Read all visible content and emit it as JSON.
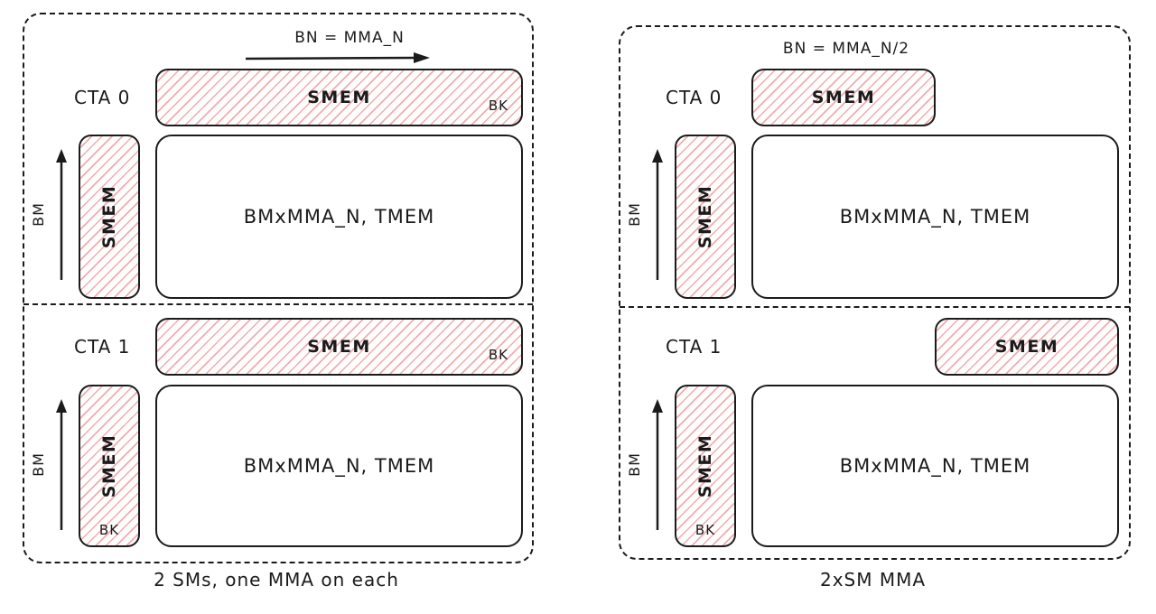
{
  "left": {
    "caption": "2 SMs, one MMA on each",
    "cta0": {
      "label": "CTA 0",
      "bn_label": "BN = MMA_N",
      "smem_top": "SMEM",
      "smem_top_bk": "BK",
      "smem_side": "SMEM",
      "bm_label": "BM",
      "tmem": "BMxMMA_N, TMEM"
    },
    "cta1": {
      "label": "CTA 1",
      "smem_top": "SMEM",
      "smem_top_bk": "BK",
      "smem_side": "SMEM",
      "smem_side_bk": "BK",
      "bm_label": "BM",
      "tmem": "BMxMMA_N, TMEM"
    }
  },
  "right": {
    "caption": "2xSM MMA",
    "cta0": {
      "label": "CTA 0",
      "bn_label": "BN = MMA_N/2",
      "smem_top": "SMEM",
      "smem_side": "SMEM",
      "bm_label": "BM",
      "tmem": "BMxMMA_N, TMEM"
    },
    "cta1": {
      "label": "CTA 1",
      "smem_top": "SMEM",
      "smem_side": "SMEM",
      "smem_side_bk": "BK",
      "bm_label": "BM",
      "tmem": "BMxMMA_N, TMEM"
    }
  }
}
